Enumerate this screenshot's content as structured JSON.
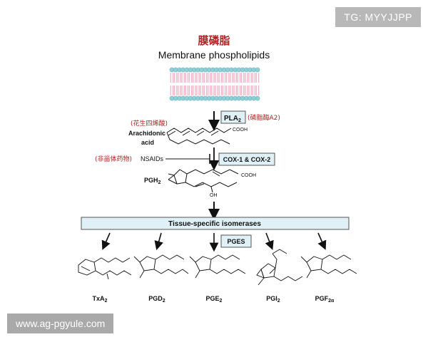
{
  "title_cn": "膜磷脂",
  "title_en": "Membrane phospholipids",
  "enzymes": {
    "pla2_label": "PLA",
    "pla2_sub": "2",
    "pla2_cn": "(磷脂酶A2)",
    "cox_label": "COX-1 & COX-2",
    "isomerases_label": "Tissue-specific isomerases",
    "pges_label": "PGES"
  },
  "arachidonic": {
    "cn": "(花生四烯酸)",
    "line1": "Arachidonic",
    "line2": "acid",
    "cooh": "COOH"
  },
  "nsaids": {
    "cn": "(非甾体药物)",
    "label": "NSAIDs"
  },
  "pgh2": {
    "label": "PGH",
    "sub": "2",
    "cooh": "COOH",
    "oh": "OH"
  },
  "products": [
    {
      "label": "TxA",
      "sub": "2"
    },
    {
      "label": "PGD",
      "sub": "2"
    },
    {
      "label": "PGE",
      "sub": "2"
    },
    {
      "label": "PGI",
      "sub": "2"
    },
    {
      "label": "PGF",
      "sub": "2α"
    }
  ],
  "colors": {
    "title_red": "#b22222",
    "box_fill": "#dff0f7",
    "box_stroke": "#555555",
    "bead": "#8fd0d8",
    "tail": "#f3b5c8"
  },
  "watermark_tg": "TG: MYYJJPP",
  "watermark_url": "www.ag-pgyule.com"
}
